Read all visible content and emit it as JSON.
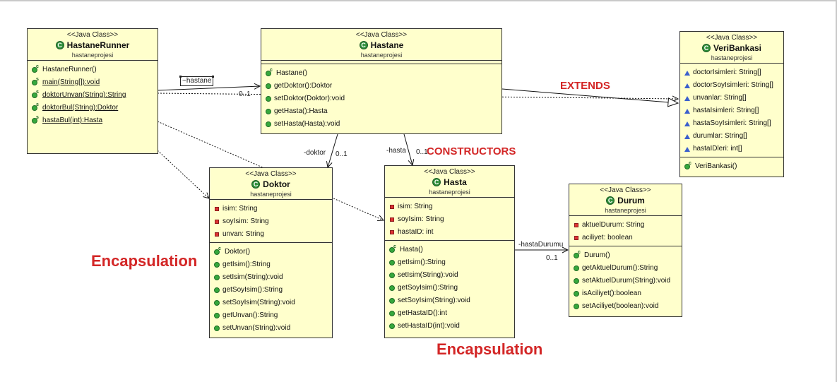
{
  "stereotype": "<<Java Class>>",
  "package": "hastaneprojesi",
  "classes": {
    "runner": {
      "name": "HastaneRunner",
      "methods": [
        "HastaneRunner()",
        "main(String[]):void",
        "doktorUnvan(String):String",
        "doktorBul(String):Doktor",
        "hastaBul(int):Hasta"
      ]
    },
    "hastane": {
      "name": "Hastane",
      "methods": [
        "Hastane()",
        "getDoktor():Doktor",
        "setDoktor(Doktor):void",
        "getHasta():Hasta",
        "setHasta(Hasta):void"
      ]
    },
    "verib": {
      "name": "VeriBankasi",
      "fields": [
        "doctorIsimleri: String[]",
        "doctorSoyIsimleri: String[]",
        "unvanlar: String[]",
        "hastaIsimleri: String[]",
        "hastaSoyIsimleri: String[]",
        "durumlar: String[]",
        "hastaIDleri: int[]"
      ],
      "methods": [
        "VeriBankasi()"
      ]
    },
    "doktor": {
      "name": "Doktor",
      "fields": [
        "isim: String",
        "soyIsim: String",
        "unvan: String"
      ],
      "methods": [
        "Doktor()",
        "getIsim():String",
        "setIsim(String):void",
        "getSoyIsim():String",
        "setSoyIsim(String):void",
        "getUnvan():String",
        "setUnvan(String):void"
      ]
    },
    "hasta": {
      "name": "Hasta",
      "fields": [
        "isim: String",
        "soyIsim: String",
        "hastaID: int"
      ],
      "methods": [
        "Hasta()",
        "getIsim():String",
        "setIsim(String):void",
        "getSoyIsim():String",
        "setSoyIsim(String):void",
        "getHastaID():int",
        "setHastaID(int):void"
      ]
    },
    "durum": {
      "name": "Durum",
      "fields": [
        "aktuelDurum: String",
        "aciliyet: boolean"
      ],
      "methods": [
        "Durum()",
        "getAktuelDurum():String",
        "setAktuelDurum(String):void",
        "isAciliyet():boolean",
        "setAciliyet(boolean):void"
      ]
    }
  },
  "edge_labels": {
    "runner_to_hastane_role": "~hastane",
    "runner_to_hastane_mult": "0..1",
    "hastane_to_doktor_role": "-doktor",
    "hastane_to_doktor_mult": "0..1",
    "hastane_to_hasta_role": "-hasta",
    "hastane_to_hasta_mult": "0..1",
    "hasta_to_durum_role": "-hastaDurumu",
    "hasta_to_durum_mult": "0..1"
  },
  "annotations": {
    "extends": "EXTENDS",
    "constructors": "CONSTRUCTORS",
    "encapsulation_left": "Encapsulation",
    "encapsulation_bottom": "Encapsulation"
  },
  "colors": {
    "class_fill": "#ffffcc",
    "annotation_red": "#d32626",
    "icon_green": "#36a83d",
    "private_red": "#d33333",
    "protected_blue": "#3a5fcd"
  }
}
